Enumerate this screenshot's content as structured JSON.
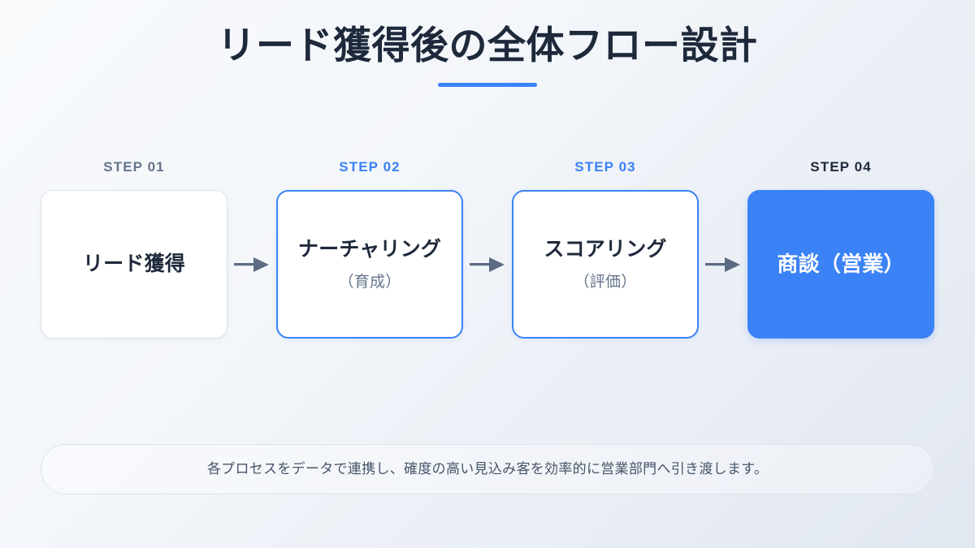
{
  "header": {
    "title": "リード獲得後の全体フロー設計",
    "accent_color": "#3b82f6"
  },
  "flow": {
    "steps": [
      {
        "label": "STEP 01",
        "label_style": "gray",
        "title": "リード獲得",
        "subtitle": "",
        "card_style": "plain"
      },
      {
        "label": "STEP 02",
        "label_style": "blue",
        "title": "ナーチャリング",
        "subtitle": "（育成）",
        "card_style": "outlined"
      },
      {
        "label": "STEP 03",
        "label_style": "blue",
        "title": "スコアリング",
        "subtitle": "（評価）",
        "card_style": "outlined"
      },
      {
        "label": "STEP 04",
        "label_style": "navy",
        "title": "商談（営業）",
        "subtitle": "",
        "card_style": "filled"
      }
    ],
    "connector_icon": "arrow-right-icon",
    "connector_color": "#5b6b82"
  },
  "footer": {
    "note": "各プロセスをデータで連携し、確度の高い見込み客を効率的に営業部門へ引き渡します。"
  },
  "colors": {
    "accent_blue": "#3b82f6",
    "text_navy": "#1e293b",
    "text_slate": "#64748b",
    "card_border": "#dbe2ea",
    "background_from": "#f8fafc",
    "background_to": "#e1e7f0"
  }
}
